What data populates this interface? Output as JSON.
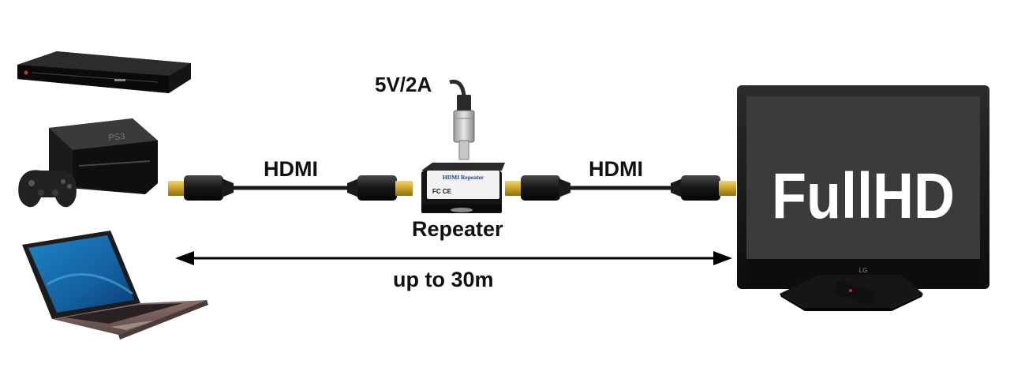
{
  "diagram": {
    "power_label": "5V/2A",
    "cable_left_label": "HDMI",
    "cable_right_label": "HDMI",
    "repeater_label": "Repeater",
    "distance_label": "up to 30m",
    "tv_screen_text": "FullHD",
    "repeater_box_title": "HDMI Repeater",
    "repeater_box_marks": "FC CE",
    "tv_brand": "LG",
    "sources": [
      "blu-ray-player",
      "ps3-console",
      "laptop"
    ],
    "colors": {
      "label": "#111111",
      "cable": "#1b1b1b",
      "connector_gold": "#c9a227",
      "tv_screen": "#3a3b3c",
      "tv_text": "#ffffff",
      "laptop_screen": "#1a6fa8"
    }
  }
}
